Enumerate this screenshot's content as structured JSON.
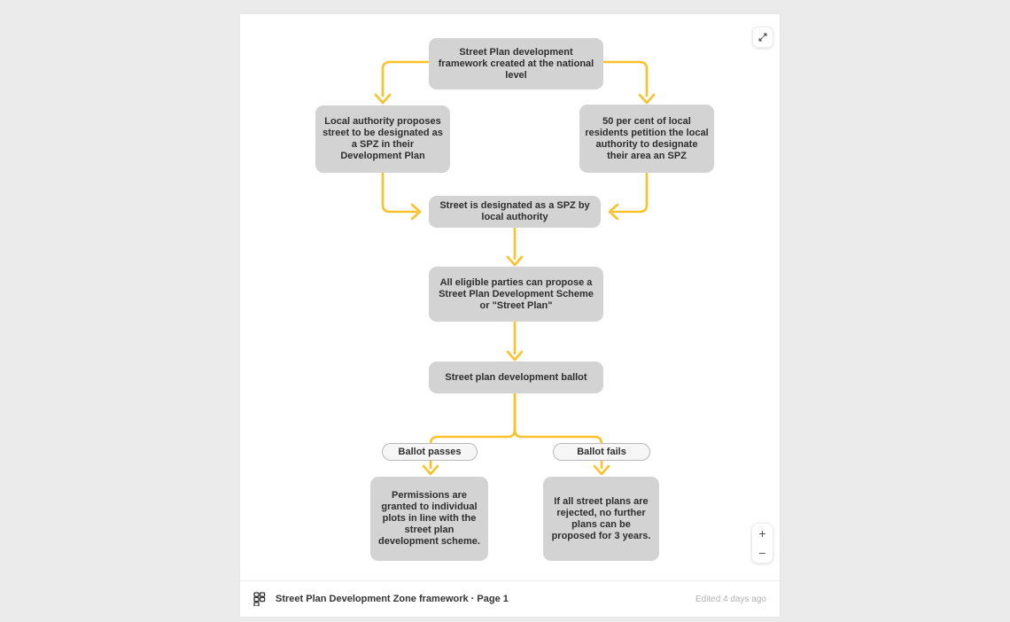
{
  "page": {
    "background": "#ebebeb"
  },
  "viewer": {
    "expand_button": {
      "icon": "expand-arrows"
    },
    "zoom_controls": {
      "zoom_in": "+",
      "zoom_out": "−"
    },
    "footer": {
      "icon": "frames-grid",
      "title": "Street Plan Development Zone framework · Page 1",
      "edited": "Edited 4 days ago"
    }
  },
  "flowchart": {
    "colors": {
      "arrow": "#fcc12b",
      "node_fill": "#d3d3d3",
      "node_text": "#2e2e2e",
      "pill_fill": "#f6f6f6",
      "pill_border": "#b9b9b9"
    },
    "nodes": {
      "national": {
        "text": "Street Plan development framework created at the national level"
      },
      "local_authority": {
        "text": "Local authority proposes street to be designated as a SPZ in their Development Plan"
      },
      "residents": {
        "text": "50 per cent of local residents petition the local authority to designate their area an SPZ"
      },
      "designated": {
        "text": "Street is designated as a SPZ by local authority"
      },
      "eligible": {
        "text": "All eligible parties can propose a Street Plan Development Scheme or \"Street Plan\""
      },
      "ballot": {
        "text": "Street plan development ballot"
      },
      "ballot_passes": {
        "text": "Ballot passes"
      },
      "ballot_fails": {
        "text": "Ballot fails"
      },
      "permissions": {
        "text": "Permissions are granted to individual plots in line with the street plan development scheme."
      },
      "rejected": {
        "text": "If all street plans are rejected, no further plans can be proposed for 3 years."
      }
    }
  }
}
